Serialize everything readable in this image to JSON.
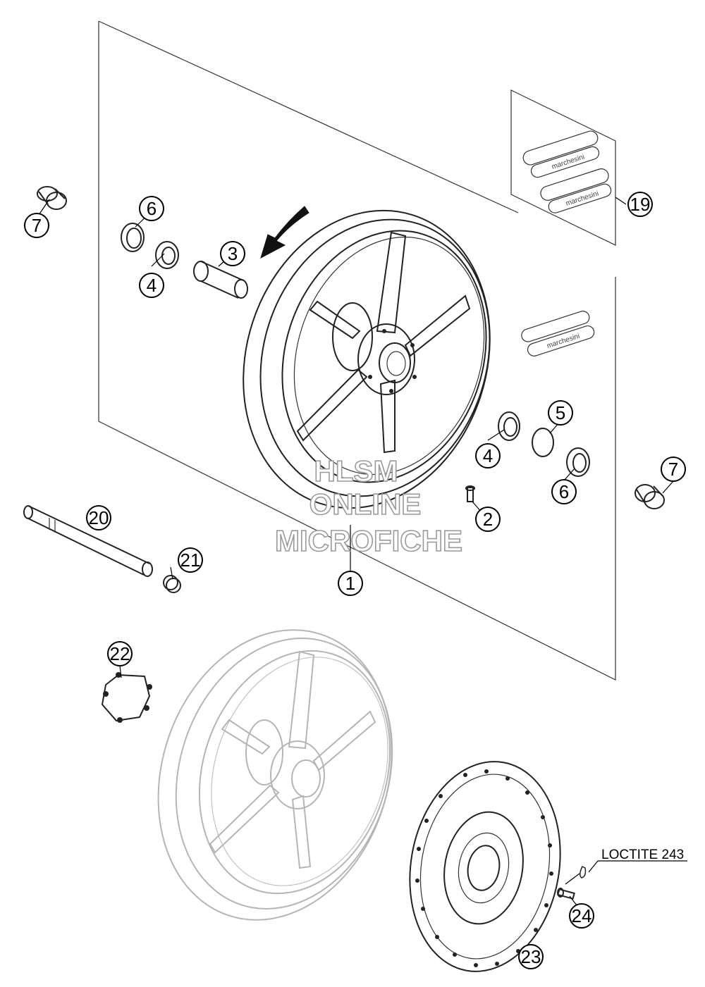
{
  "callouts": [
    {
      "id": "c7a",
      "label": "7"
    },
    {
      "id": "c6a",
      "label": "6"
    },
    {
      "id": "c4a",
      "label": "4"
    },
    {
      "id": "c3",
      "label": "3"
    },
    {
      "id": "c19",
      "label": "19"
    },
    {
      "id": "c5",
      "label": "5"
    },
    {
      "id": "c4b",
      "label": "4"
    },
    {
      "id": "c7b",
      "label": "7"
    },
    {
      "id": "c6b",
      "label": "6"
    },
    {
      "id": "c2",
      "label": "2"
    },
    {
      "id": "c20",
      "label": "20"
    },
    {
      "id": "c21",
      "label": "21"
    },
    {
      "id": "c1",
      "label": "1"
    },
    {
      "id": "c22",
      "label": "22"
    },
    {
      "id": "c24",
      "label": "24"
    },
    {
      "id": "c23",
      "label": "23"
    }
  ],
  "annotation": {
    "loctite": "LOCTITE 243"
  },
  "decal": {
    "brand": "marchesini"
  },
  "watermark": {
    "line1": "HLSM",
    "line2": "ONLINE",
    "line3": "MICROFICHE"
  }
}
